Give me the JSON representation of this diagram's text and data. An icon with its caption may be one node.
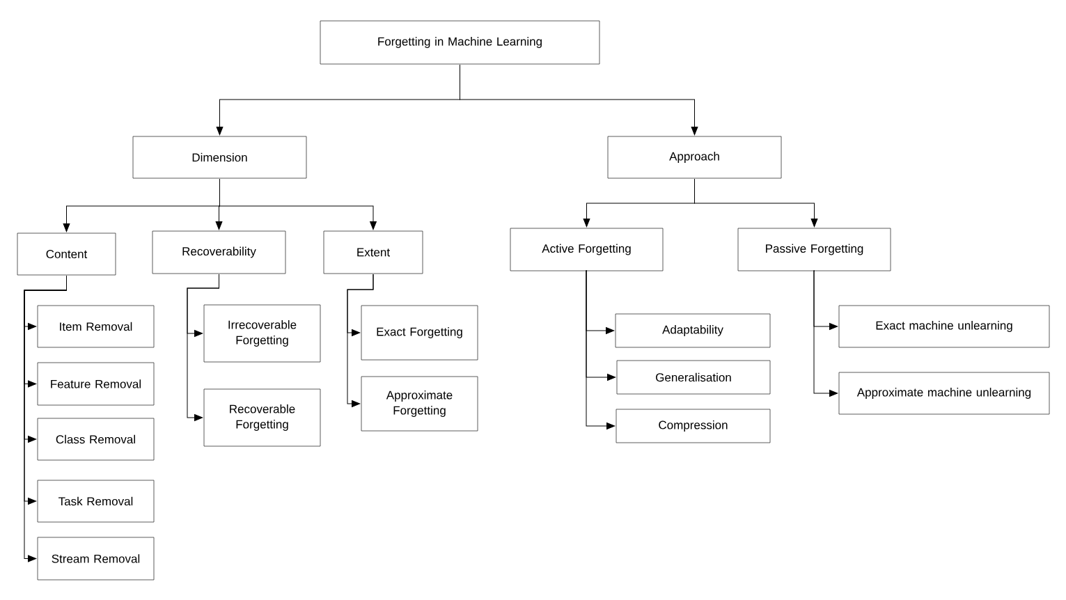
{
  "diagram": {
    "nodes": [
      {
        "text": [
          "Forgetting in Machine Learning"
        ]
      },
      {
        "text": [
          "Dimension"
        ]
      },
      {
        "text": [
          "Approach"
        ]
      },
      {
        "text": [
          "Content"
        ]
      },
      {
        "text": [
          "Recoverability"
        ]
      },
      {
        "text": [
          "Extent"
        ]
      },
      {
        "text": [
          "Active Forgetting"
        ]
      },
      {
        "text": [
          "Passive Forgetting"
        ]
      },
      {
        "text": [
          "Item Removal"
        ]
      },
      {
        "text": [
          "Feature Removal"
        ]
      },
      {
        "text": [
          "Class Removal"
        ]
      },
      {
        "text": [
          "Task Removal"
        ]
      },
      {
        "text": [
          "Stream Removal"
        ]
      },
      {
        "text": [
          "Irrecoverable Forgetting"
        ]
      },
      {
        "text": [
          "Recoverable Forgetting"
        ]
      },
      {
        "text": [
          "Exact Forgetting"
        ]
      },
      {
        "text": [
          "Approximate Forgetting"
        ]
      },
      {
        "text": [
          "Adaptability"
        ]
      },
      {
        "text": [
          "Generalisation"
        ]
      },
      {
        "text": [
          "Compression"
        ]
      },
      {
        "text": [
          "Exact machine unlearning"
        ]
      },
      {
        "text": [
          "Approximate machine unlearning"
        ]
      }
    ],
    "edges": [
      {
        "from": 0,
        "to": 1,
        "arrow": "to"
      },
      {
        "from": 0,
        "to": 2,
        "arrow": "to"
      },
      {
        "from": 1,
        "to": 3,
        "arrow": "to"
      },
      {
        "from": 1,
        "to": 4,
        "arrow": "to"
      },
      {
        "from": 1,
        "to": 5,
        "arrow": "to"
      },
      {
        "from": 2,
        "to": 6,
        "arrow": "to"
      },
      {
        "from": 2,
        "to": 7,
        "arrow": "to"
      },
      {
        "from": 3,
        "to": 8,
        "arrow": "to"
      },
      {
        "from": 3,
        "to": 9,
        "arrow": "to"
      },
      {
        "from": 3,
        "to": 10,
        "arrow": "to"
      },
      {
        "from": 3,
        "to": 11,
        "arrow": "to"
      },
      {
        "from": 3,
        "to": 12,
        "arrow": "to"
      },
      {
        "from": 4,
        "to": 13,
        "arrow": "to"
      },
      {
        "from": 4,
        "to": 14,
        "arrow": "to"
      },
      {
        "from": 5,
        "to": 15,
        "arrow": "to"
      },
      {
        "from": 5,
        "to": 16,
        "arrow": "to"
      },
      {
        "from": 6,
        "to": 17,
        "arrow": "to"
      },
      {
        "from": 6,
        "to": 18,
        "arrow": "to"
      },
      {
        "from": 6,
        "to": 19,
        "arrow": "to"
      },
      {
        "from": 7,
        "to": 20,
        "arrow": "to"
      },
      {
        "from": 7,
        "to": 21,
        "arrow": "to"
      }
    ]
  }
}
